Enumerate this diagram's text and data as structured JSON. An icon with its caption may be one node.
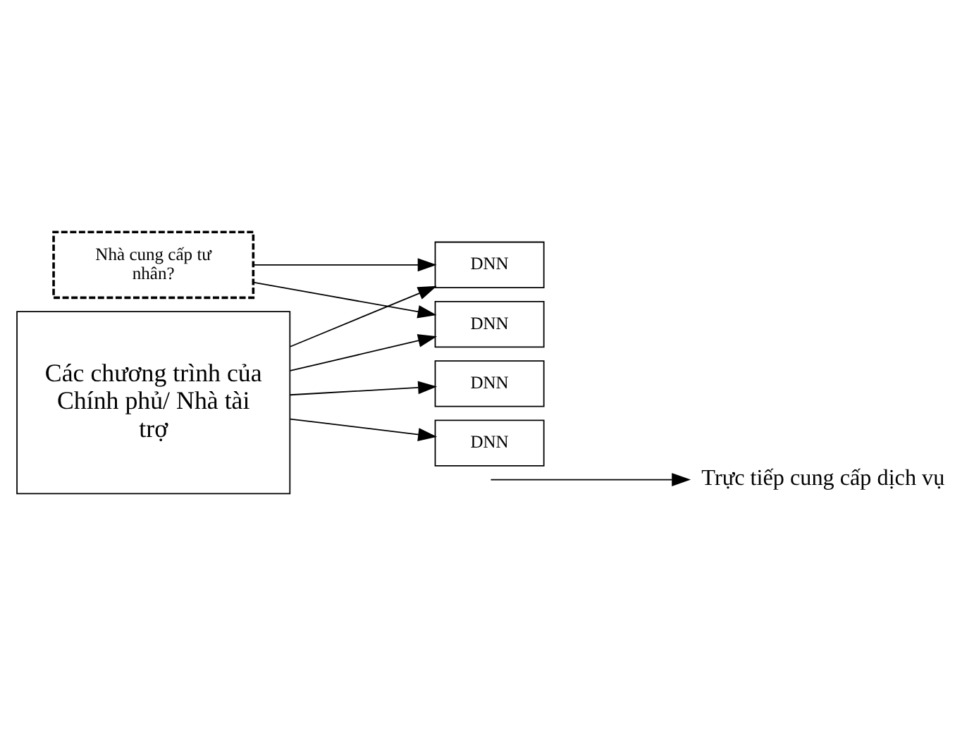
{
  "diagram": {
    "nodes": [
      {
        "text": [
          "Nhà cung cấp tư nhân?"
        ]
      },
      {
        "text": [
          "Các chương trình của Chính phủ/ Nhà tài trợ"
        ]
      },
      {
        "text": [
          "DNN"
        ]
      },
      {
        "text": [
          "DNN"
        ]
      },
      {
        "text": [
          "DNN"
        ]
      },
      {
        "text": [
          "DNN"
        ]
      }
    ],
    "edges": [
      {
        "from": 0,
        "to": 2,
        "arrow": "to"
      },
      {
        "from": 0,
        "to": 3,
        "arrow": "to"
      },
      {
        "from": 1,
        "to": 2,
        "arrow": "to"
      },
      {
        "from": 1,
        "to": 3,
        "arrow": "to"
      },
      {
        "from": 1,
        "to": 4,
        "arrow": "to"
      },
      {
        "from": 1,
        "to": 5,
        "arrow": "to"
      }
    ],
    "legend": [
      {
        "text": "Trực tiếp cung cấp dịch vụ"
      }
    ]
  }
}
